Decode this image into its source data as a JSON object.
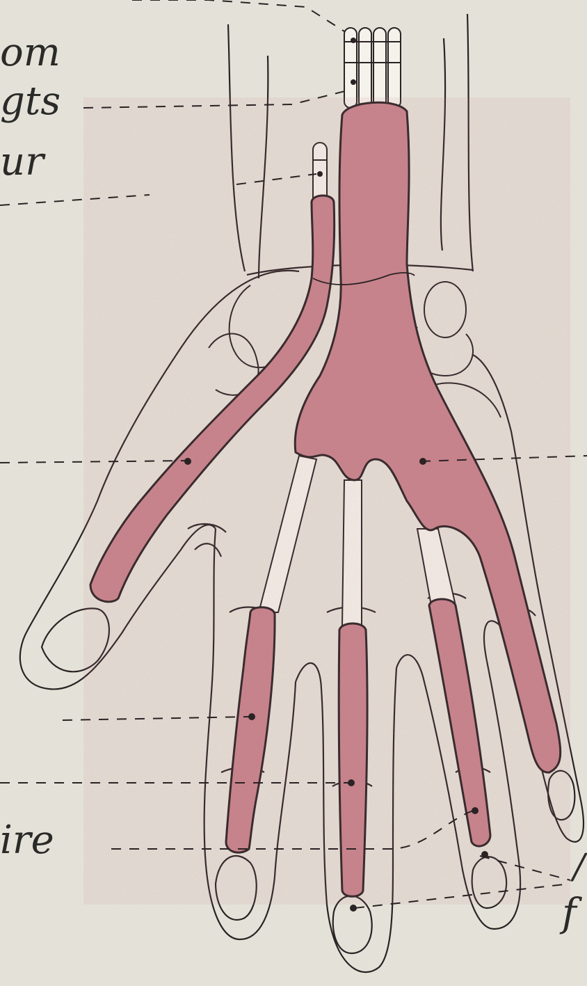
{
  "figure": {
    "colors": {
      "paper": "#e4e2d8",
      "sheath": "#c6848c",
      "outline": "#2a2224"
    },
    "labels": {
      "top_1": "om",
      "top_2": "gts",
      "top_3": "ur",
      "bottom": "ire",
      "right_1": "/",
      "right_2": "f"
    }
  }
}
